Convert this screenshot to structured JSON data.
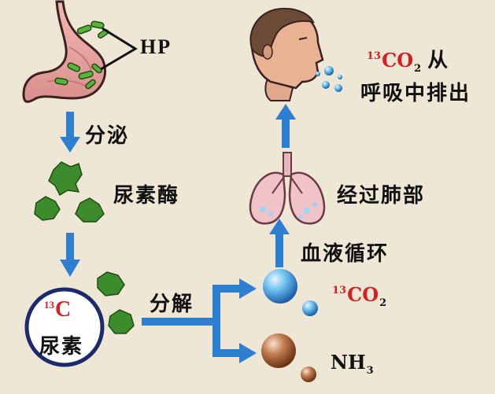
{
  "labels": {
    "hp": "HP",
    "secrete": "分泌",
    "urease": "尿素酶",
    "urea_iso_mass": "13",
    "urea_iso_symbol": "C",
    "urea": "尿素",
    "decompose": "分解",
    "co2_mass": "13",
    "co2_symbol": "CO",
    "co2_sub": "2",
    "nh3_symbol": "NH",
    "nh3_sub": "3",
    "circulation": "血液循环",
    "lungs": "经过肺部",
    "exhale_mass": "13",
    "exhale_symbol": "CO",
    "exhale_sub": "2",
    "exhale_cn": "从",
    "exhale_line2": "呼吸中排出"
  },
  "colors": {
    "background": "#efe7d6",
    "arrow": "#2f7fd0",
    "enzyme": "#3c8c2e",
    "isotope_red": "#d42020",
    "urea_ring": "#1c2b6b",
    "bubble_co2": "#4aa3e0",
    "bubble_nh3": "#b06a3f"
  }
}
